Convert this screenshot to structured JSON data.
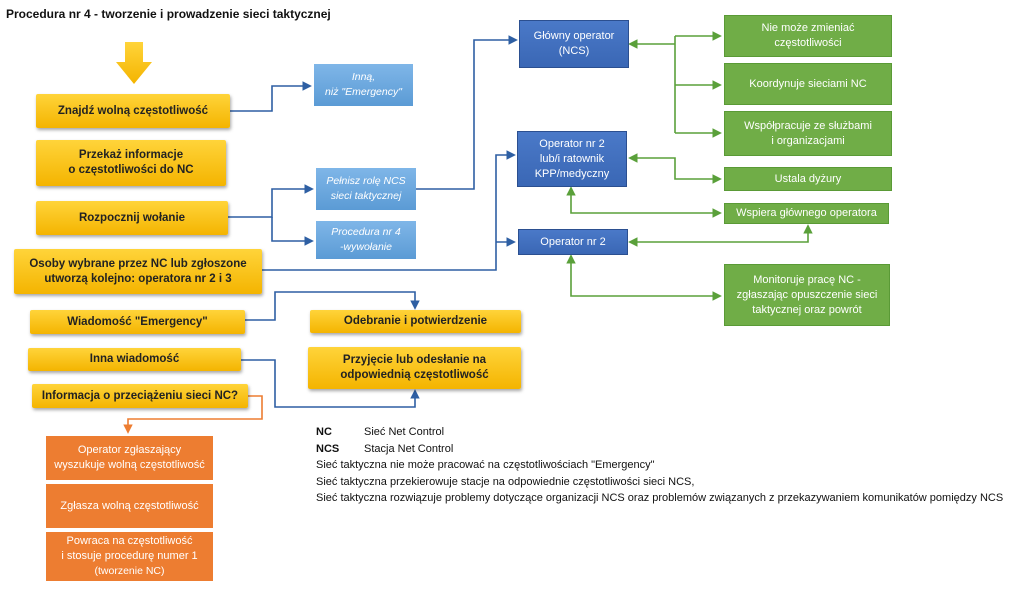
{
  "title": "Procedura nr 4 - tworzenie i prowadzenie sieci taktycznej",
  "yellow": {
    "find": "Znajdź wolną częstotliwość",
    "pass_1": "Przekaż informacje",
    "pass_2": "o częstotliwości do NC",
    "start_call": "Rozpocznij wołanie",
    "persons_1": "Osoby wybrane przez NC lub zgłoszone",
    "persons_2": "utworzą kolejno: operatora nr 2 i 3",
    "emergency": "Wiadomość \"Emergency\"",
    "other": "Inna wiadomość",
    "overload": "Informacja o przeciążeniu sieci NC?",
    "receive": "Odebranie i potwierdzenie",
    "accept_1": "Przyjęcie lub odesłanie na",
    "accept_2": "odpowiednią częstotliwość"
  },
  "lightblue": {
    "other_1": "Inną,",
    "other_2": "niż \"Emergency\"",
    "role_1": "Pełnisz rolę NCS",
    "role_2": "sieci taktycznej",
    "proc_1": "Procedura nr 4",
    "proc_2": "-wywołanie"
  },
  "blue": {
    "main_1": "Główny operator",
    "main_2": "(NCS)",
    "op2_1": "Operator nr 2",
    "op2_2": "lub/i ratownik",
    "op2_3": "KPP/medyczny",
    "op3": "Operator nr 2"
  },
  "green": {
    "nofreq_1": "Nie może zmieniać",
    "nofreq_2": "częstotliwości",
    "coord": "Koordynuje sieciami NC",
    "coop_1": "Współpracuje ze służbami",
    "coop_2": "i organizacjami",
    "duty": "Ustala dyżury",
    "support": "Wspiera głównego operatora",
    "monitor_1": "Monitoruje pracę NC -",
    "monitor_2": "zgłaszając opuszczenie sieci",
    "monitor_3": "taktycznej oraz powrót"
  },
  "orange": {
    "op_1": "Operator zgłaszający",
    "op_2": "wyszukuje wolną częstotliwość",
    "report": "Zgłasza wolną częstotliwość",
    "return_1": "Powraca na częstotliwość",
    "return_2": "i stosuje procedurę numer 1",
    "return_3": "(tworzenie NC)"
  },
  "legend": {
    "nc_abbr": "NC",
    "nc_text": "Sieć Net Control",
    "ncs_abbr": "NCS",
    "ncs_text": "Stacja Net Control",
    "line1": "Sieć taktyczna nie może pracować na częstotliwościach \"Emergency\"",
    "line2": "Sieć taktyczna przekierowuje stacje na odpowiednie częstotliwości sieci NCS,",
    "line3": "Sieć taktyczna rozwiązuje problemy dotyczące organizacji NCS oraz problemów związanych z przekazywaniem komunikatów pomiędzy NCS"
  },
  "colors": {
    "yellow": "#f4b400",
    "lightblue": "#5b9bd5",
    "blue": "#3a67b5",
    "green": "#70ad47",
    "orange": "#ed7d31",
    "connector_blue": "#2e5fa3",
    "connector_green": "#5aa03a"
  }
}
